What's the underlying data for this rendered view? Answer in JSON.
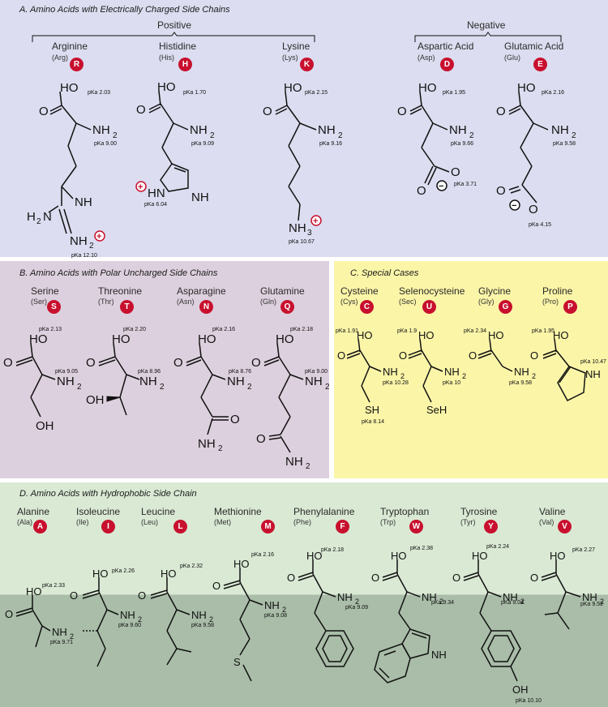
{
  "sections": {
    "A": "A.   Amino Acids with Electrically Charged Side Chains",
    "B": "B.   Amino Acids with Polar Uncharged Side Chains",
    "C": "C.   Special Cases",
    "D": "D.   Amino Acids with Hydrophobic Side Chain"
  },
  "groups": {
    "positive": "Positive",
    "negative": "Negative"
  },
  "atoms": {
    "HO": "HO",
    "O": "O",
    "NH2": "NH",
    "sub2": "2",
    "NH": "NH",
    "H2N": "H",
    "N": "N",
    "HN": "HN",
    "NH3": "NH",
    "sub3": "3",
    "SH": "SH",
    "SeH": "SeH",
    "OH": "OH",
    "S": "S",
    "plus": "+",
    "minus": "−",
    "threeHO": "HO"
  },
  "amino": [
    {
      "name": "Arginine",
      "abbr": "(Arg)",
      "code": "R",
      "pka": [
        "pKa 2.03",
        "pKa 9.00",
        "pKa 12.10"
      ]
    },
    {
      "name": "Histidine",
      "abbr": "(His)",
      "code": "H",
      "pka": [
        "pKa 1.70",
        "pKa 9.09",
        "pKa 6.04"
      ]
    },
    {
      "name": "Lysine",
      "abbr": "(Lys)",
      "code": "K",
      "pka": [
        "pKa 2.15",
        "pKa 9.16",
        "pKa 10.67"
      ]
    },
    {
      "name": "Aspartic Acid",
      "abbr": "(Asp)",
      "code": "D",
      "pka": [
        "pKa 1.95",
        "pKa 9.66",
        "pKa 3.71"
      ]
    },
    {
      "name": "Glutamic Acid",
      "abbr": "(Glu)",
      "code": "E",
      "pka": [
        "pKa 2.16",
        "pKa 9.58",
        "pKa 4.15"
      ]
    },
    {
      "name": "Serine",
      "abbr": "(Ser)",
      "code": "S",
      "pka": [
        "pKa 2.13",
        "pKa 9.05"
      ]
    },
    {
      "name": "Threonine",
      "abbr": "(Thr)",
      "code": "T",
      "pka": [
        "pKa 2.20",
        "pKa 8.96"
      ]
    },
    {
      "name": "Asparagine",
      "abbr": "(Asn)",
      "code": "N",
      "pka": [
        "pKa 2.16",
        "pKa 8.76"
      ]
    },
    {
      "name": "Glutamine",
      "abbr": "(Gln)",
      "code": "Q",
      "pka": [
        "pKa 2.18",
        "pKa 9.00"
      ]
    },
    {
      "name": "Cysteine",
      "abbr": "(Cys)",
      "code": "C",
      "pka": [
        "pKa 1.91",
        "pKa 10.28",
        "pKa 8.14"
      ]
    },
    {
      "name": "Selenocysteine",
      "abbr": "(Sec)",
      "code": "U",
      "pka": [
        "pKa 1.9",
        "pKa 10"
      ]
    },
    {
      "name": "Glycine",
      "abbr": "(Gly)",
      "code": "G",
      "pka": [
        "pKa 2.34",
        "pKa 9.58"
      ]
    },
    {
      "name": "Proline",
      "abbr": "(Pro)",
      "code": "P",
      "pka": [
        "pKa 1.95",
        "pKa 10.47"
      ]
    },
    {
      "name": "Alanine",
      "abbr": "(Ala)",
      "code": "A",
      "pka": [
        "pKa 2.33",
        "pKa 9.71"
      ]
    },
    {
      "name": "Isoleucine",
      "abbr": "(Ile)",
      "code": "I",
      "pka": [
        "pKa 2.26",
        "pKa 9.60"
      ]
    },
    {
      "name": "Leucine",
      "abbr": "(Leu)",
      "code": "L",
      "pka": [
        "pKa 2.32",
        "pKa 9.58"
      ]
    },
    {
      "name": "Methionine",
      "abbr": "(Met)",
      "code": "M",
      "pka": [
        "pKa 2.16",
        "pKa 9.08"
      ]
    },
    {
      "name": "Phenylalanine",
      "abbr": "(Phe)",
      "code": "F",
      "pka": [
        "pKa 2.18",
        "pKa 9.09"
      ]
    },
    {
      "name": "Tryptophan",
      "abbr": "(Trp)",
      "code": "W",
      "pka": [
        "pKa 2.38",
        "pKa 9.34"
      ]
    },
    {
      "name": "Tyrosine",
      "abbr": "(Tyr)",
      "code": "Y",
      "pka": [
        "pKa 2.24",
        "pKa 9.04",
        "pKa 10.10"
      ]
    },
    {
      "name": "Valine",
      "abbr": "(Val)",
      "code": "V",
      "pka": [
        "pKa 2.27",
        "pKa 9.52"
      ]
    }
  ],
  "colors": {
    "badge": "#c8102e",
    "panelA": "#dcddf0",
    "panelB": "#ddd0de",
    "panelC": "#fbf5a8",
    "panelD_top": "#d9e9d4",
    "panelD_bottom": "#a9bda8"
  }
}
